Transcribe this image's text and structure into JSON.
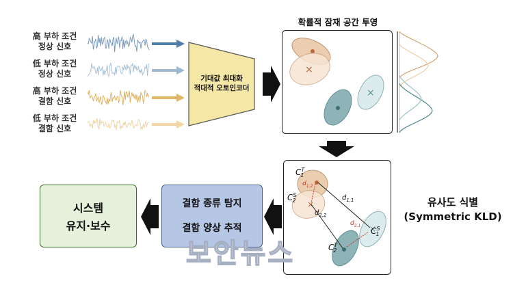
{
  "signals": [
    {
      "label": "高 부하 조건\n정상 신호",
      "color": "#7b9bbd",
      "arrow": "#4f7da8"
    },
    {
      "label": "低 부하 조건\n정상 신호",
      "color": "#a9c2d8",
      "arrow": "#9db8cf"
    },
    {
      "label": "高 부하 조건\n결함 신호",
      "color": "#e0b262",
      "arrow": "#e2b466"
    },
    {
      "label": "低 부하 조건\n결함 신호",
      "color": "#f0d3a4",
      "arrow": "#f2d6a8"
    }
  ],
  "encoder": {
    "line1": "기대값 최대화",
    "line2": "적대적 오토인코더",
    "fill": "#f5e7a6"
  },
  "latent": {
    "title": "확률적 잠재 공간 투영"
  },
  "similarity": {
    "line1": "유사도 식별",
    "line2": "(Symmetric KLD)"
  },
  "detection": {
    "line1": "결함 종류 탐지",
    "line2": "결함 양상 추적",
    "fill": "#b6c7e6"
  },
  "system": {
    "line1": "시스템",
    "line2": "유지·보수",
    "fill": "#e6f1dc"
  },
  "watermark": "보안뉴스",
  "annotations": {
    "c1t": "C",
    "c1t_sup": "T",
    "c1t_sub": "1",
    "c1s": "C",
    "c1s_sup": "S",
    "c1s_sub": "1",
    "c2t": "C",
    "c2t_sup": "T",
    "c2t_sub": "2",
    "c2s": "C",
    "c2s_sup": "S",
    "c2s_sub": "2",
    "d11": "d",
    "d11_sub": "1,1",
    "d12": "d",
    "d12_sub": "1,2",
    "d22": "d",
    "d22_sub": "2,2",
    "d21": "d",
    "d21_sub": "2,1"
  }
}
